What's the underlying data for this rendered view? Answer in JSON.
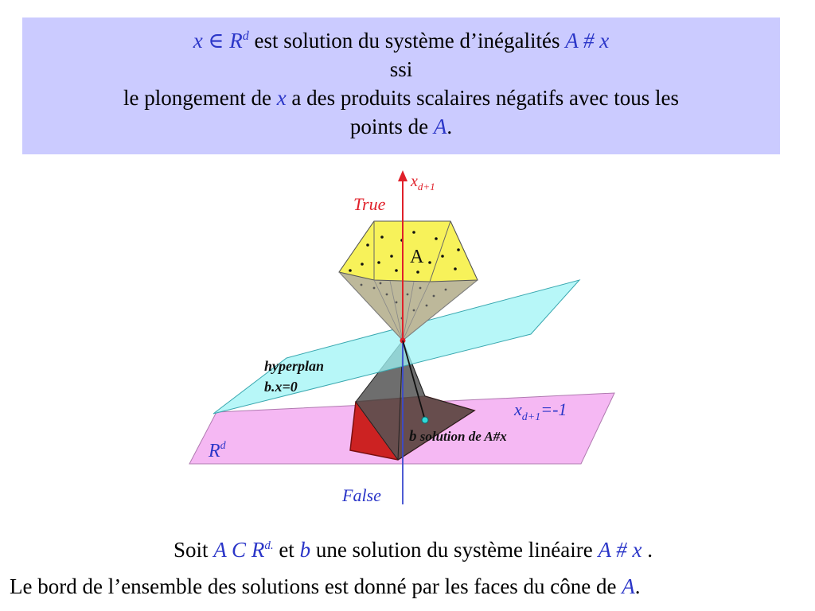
{
  "header": {
    "line1": {
      "x": "x",
      "in": "∈",
      "R": "R",
      "d": "d",
      "text": " est solution du système d’inégalités ",
      "A": "A",
      "hash": " # ",
      "x2": "x"
    },
    "line2": "ssi",
    "line3": {
      "pre": "le plongement de ",
      "x": "x",
      "post": " a des produits scalaires négatifs avec tous les"
    },
    "line4": {
      "pre": "points de ",
      "A": "A",
      "post": "."
    }
  },
  "diagram": {
    "axis_top": "x",
    "axis_top_sub": "d+1",
    "true_label": "True",
    "false_label": "False",
    "A_label": "A",
    "hyperplan_line1": "hyperplan",
    "hyperplan_line2": "b.x=0",
    "plane_label": "x",
    "plane_label_sub": "d+1",
    "plane_label_eq": "=-1",
    "Rd_R": "R",
    "Rd_d": "d",
    "b_label": "b",
    "solution_label": " solution de A#x"
  },
  "footer": {
    "line1": {
      "soit": "Soit  ",
      "A": "A",
      "C": " C ",
      "R": "R",
      "d": "d.",
      "et": " et ",
      "b": "b",
      "text": " une solution du système linéaire ",
      "A2": "A",
      "hash": " # ",
      "x": "x",
      "end": " ."
    },
    "line2": {
      "pre": "Le bord de l’ensemble des solutions est donné par les faces du cône de ",
      "A": "A",
      "post": "."
    }
  },
  "colors": {
    "header_bg": "#cbcbff",
    "accent_blue": "#2b36c8",
    "red": "#e0202a",
    "yellow": "#f7f25a",
    "cyan": "#9ff4f6",
    "pink": "#f5b8f3",
    "dark_red": "#cc2222"
  }
}
